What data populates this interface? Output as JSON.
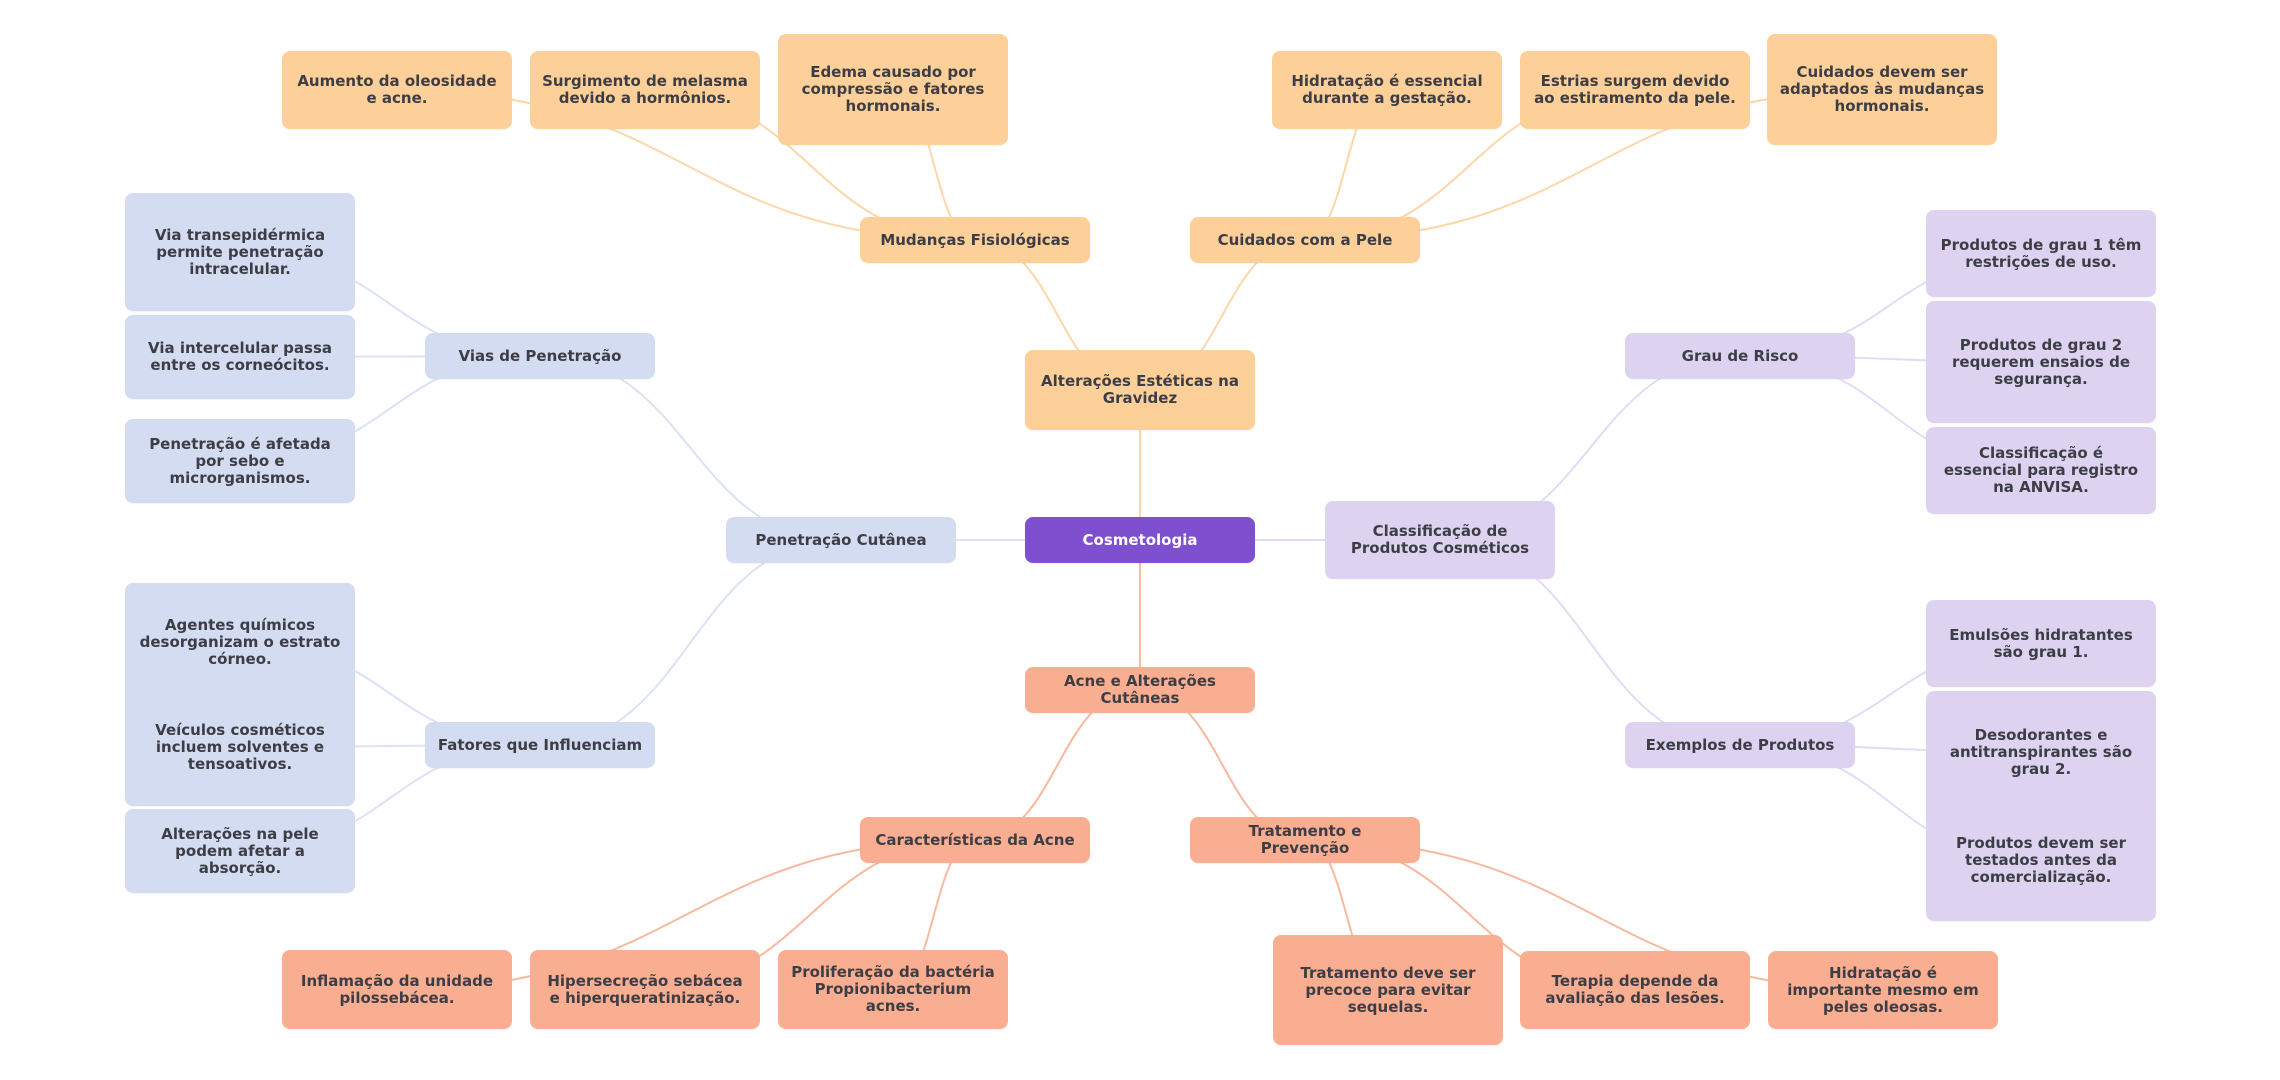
{
  "title": "Cosmetologia",
  "colors": {
    "root": "#7e4fce",
    "peach": "#fdd09a",
    "blue": "#d3dcf1",
    "lavender": "#ddd3f1",
    "salmon": "#f9ae91",
    "text": "#3d3d45",
    "link_peach": "#fdd7a9",
    "link_blue": "#dbe2f4",
    "link_lavender": "#e3dbf5",
    "link_salmon": "#f9b99f"
  },
  "mindmap": {
    "root": {
      "id": "root",
      "label": "Cosmetologia"
    },
    "branches": [
      {
        "id": "b1",
        "label": "Alterações Estéticas na Gravidez",
        "color": "peach",
        "children": [
          {
            "id": "b1a",
            "label": "Mudanças Fisiológicas",
            "children": [
              {
                "id": "b1a1",
                "label": "Aumento da oleosidade e acne."
              },
              {
                "id": "b1a2",
                "label": "Surgimento de melasma devido a hormônios."
              },
              {
                "id": "b1a3",
                "label": "Edema causado por compressão e fatores hormonais."
              }
            ]
          },
          {
            "id": "b1b",
            "label": "Cuidados com a Pele",
            "children": [
              {
                "id": "b1b1",
                "label": "Hidratação é essencial durante a gestação."
              },
              {
                "id": "b1b2",
                "label": "Estrias surgem devido ao estiramento da pele."
              },
              {
                "id": "b1b3",
                "label": "Cuidados devem ser adaptados às mudanças hormonais."
              }
            ]
          }
        ]
      },
      {
        "id": "b2",
        "label": "Penetração Cutânea",
        "color": "blue",
        "children": [
          {
            "id": "b2a",
            "label": "Vias de Penetração",
            "children": [
              {
                "id": "b2a1",
                "label": "Via transepidérmica permite penetração intracelular."
              },
              {
                "id": "b2a2",
                "label": "Via intercelular passa entre os corneócitos."
              },
              {
                "id": "b2a3",
                "label": "Penetração é afetada por sebo e microrganismos."
              }
            ]
          },
          {
            "id": "b2b",
            "label": "Fatores que Influenciam",
            "children": [
              {
                "id": "b2b1",
                "label": "Agentes químicos desorganizam o estrato córneo."
              },
              {
                "id": "b2b2",
                "label": "Veículos cosméticos incluem solventes e tensoativos."
              },
              {
                "id": "b2b3",
                "label": "Alterações na pele podem afetar a absorção."
              }
            ]
          }
        ]
      },
      {
        "id": "b3",
        "label": "Classificação de Produtos Cosméticos",
        "color": "lavender",
        "children": [
          {
            "id": "b3a",
            "label": "Grau de Risco",
            "children": [
              {
                "id": "b3a1",
                "label": "Produtos de grau 1 têm restrições de uso."
              },
              {
                "id": "b3a2",
                "label": "Produtos de grau 2 requerem ensaios de segurança."
              },
              {
                "id": "b3a3",
                "label": "Classificação é essencial para registro na ANVISA."
              }
            ]
          },
          {
            "id": "b3b",
            "label": "Exemplos de Produtos",
            "children": [
              {
                "id": "b3b1",
                "label": "Emulsões hidratantes são grau 1."
              },
              {
                "id": "b3b2",
                "label": "Desodorantes e antitranspirantes são grau 2."
              },
              {
                "id": "b3b3",
                "label": "Produtos devem ser testados antes da comercialização."
              }
            ]
          }
        ]
      },
      {
        "id": "b4",
        "label": "Acne e Alterações Cutâneas",
        "color": "salmon",
        "children": [
          {
            "id": "b4a",
            "label": "Características da Acne",
            "children": [
              {
                "id": "b4a1",
                "label": "Inflamação da unidade pilossebácea."
              },
              {
                "id": "b4a2",
                "label": "Hipersecreção sebácea e hiperqueratinização."
              },
              {
                "id": "b4a3",
                "label": "Proliferação da bactéria Propionibacterium acnes."
              }
            ]
          },
          {
            "id": "b4b",
            "label": "Tratamento e Prevenção",
            "children": [
              {
                "id": "b4b1",
                "label": "Tratamento deve ser precoce para evitar sequelas."
              },
              {
                "id": "b4b2",
                "label": "Terapia depende da avaliação das lesões."
              },
              {
                "id": "b4b3",
                "label": "Hidratação é importante mesmo em peles oleosas."
              }
            ]
          }
        ]
      }
    ]
  }
}
